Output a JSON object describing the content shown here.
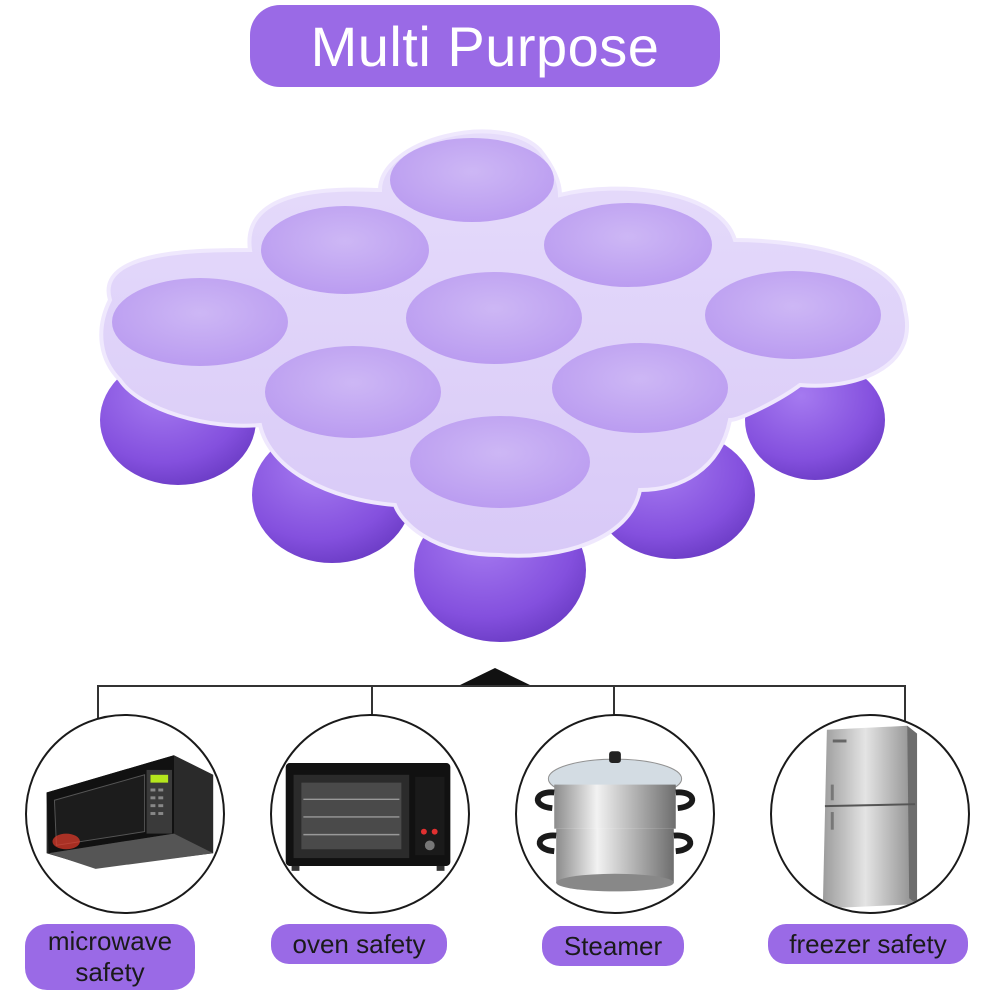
{
  "title": "Multi Purpose",
  "accent_color": "#9a6ae6",
  "usages": [
    {
      "label": "microwave safety",
      "icon": "microwave-icon"
    },
    {
      "label": "oven safety",
      "icon": "oven-icon"
    },
    {
      "label": "Steamer",
      "icon": "steamer-pot-icon"
    },
    {
      "label": "freezer safety",
      "icon": "refrigerator-icon"
    }
  ]
}
